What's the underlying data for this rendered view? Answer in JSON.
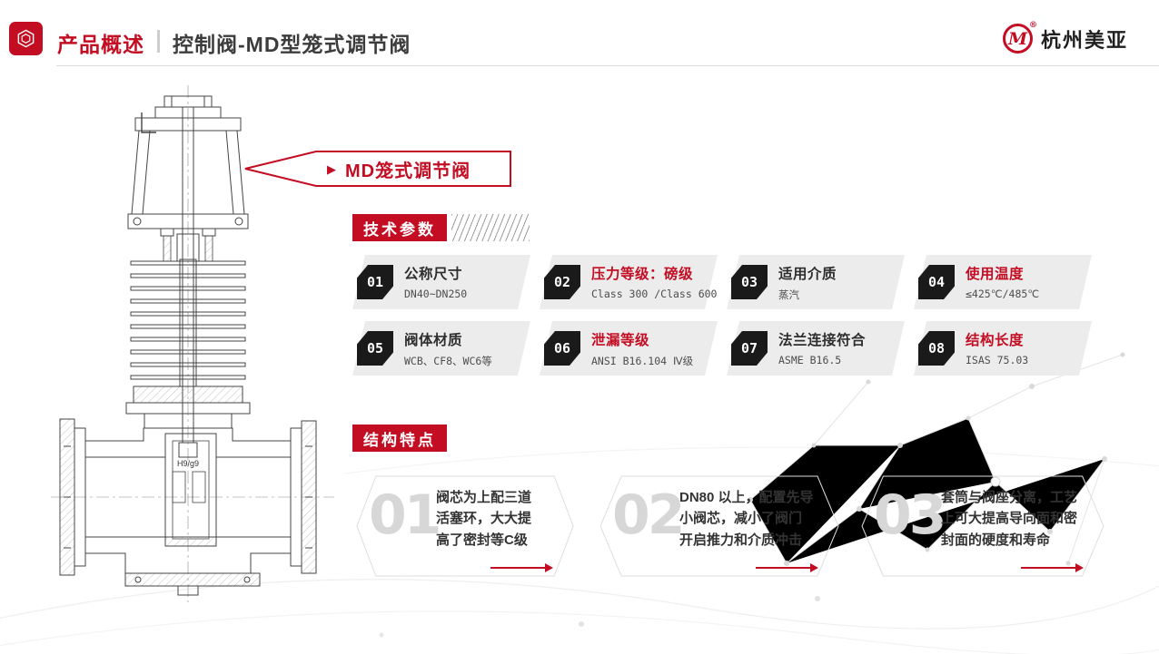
{
  "header": {
    "section_label": "产品概述",
    "title": "控制阀-MD型笼式调节阀",
    "brand_mark": "M",
    "brand_reg": "®",
    "brand_name": "杭州美亚"
  },
  "colors": {
    "brand_red": "#c30d23",
    "badge_black": "#1a1a1a",
    "strip_gray": "#ececec",
    "feature_number_gray": "#d7d7d7"
  },
  "ribbon": {
    "marker_icon": "▶",
    "label": "MD笼式调节阀"
  },
  "drawing": {
    "annotation": "H9/g9"
  },
  "tech_params": {
    "heading": "技术参数",
    "items": [
      {
        "num": "01",
        "title": "公称尺寸",
        "value": "DN40~DN250"
      },
      {
        "num": "02",
        "title": "压力等级：磅级",
        "value": "Class 300 /Class 600"
      },
      {
        "num": "03",
        "title": "适用介质",
        "value": "蒸汽"
      },
      {
        "num": "04",
        "title": "使用温度",
        "value": "≤425℃/485℃"
      },
      {
        "num": "05",
        "title": "阀体材质",
        "value": "WCB、CF8、WC6等"
      },
      {
        "num": "06",
        "title": "泄漏等级",
        "value": "ANSI B16.104 Ⅳ级"
      },
      {
        "num": "07",
        "title": "法兰连接符合",
        "value": "ASME B16.5"
      },
      {
        "num": "08",
        "title": "结构长度",
        "value": "ISAS 75.03"
      }
    ]
  },
  "features": {
    "heading": "结构特点",
    "items": [
      {
        "num": "01",
        "text": "阀芯为上配三道\n活塞环，大大提\n高了密封等C级"
      },
      {
        "num": "02",
        "text": "DN80 以上，配置先导\n小阀芯，减小了阀门\n开启推力和介质冲击"
      },
      {
        "num": "03",
        "text": "套筒与阀座分离，工艺\n上可大提高导向面和密\n封面的硬度和寿命"
      }
    ]
  }
}
